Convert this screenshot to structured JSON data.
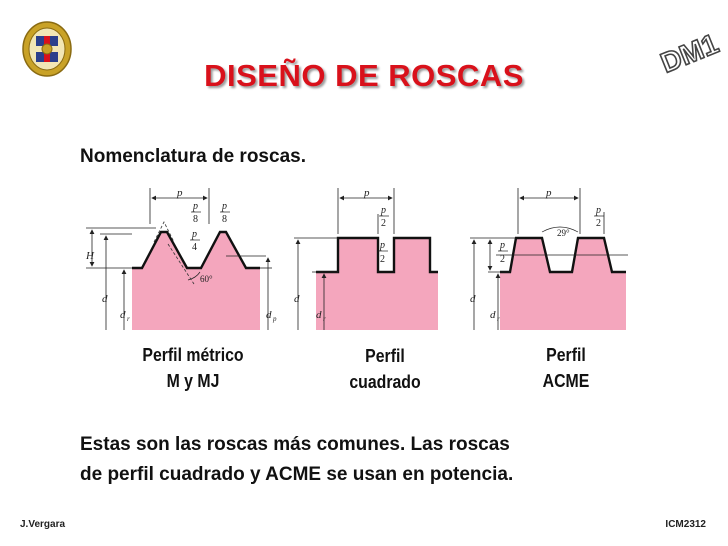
{
  "slide": {
    "title": "DISEÑO DE ROSCAS",
    "corner_tag": "DM1",
    "subtitle": "Nomenclatura de roscas.",
    "captions": [
      {
        "line1": "Perfil métrico",
        "line2": "M y MJ"
      },
      {
        "line1": "Perfil",
        "line2": "cuadrado"
      },
      {
        "line1": "Perfil",
        "line2": "ACME"
      }
    ],
    "body_line1": "Estas son las roscas más comunes. Las roscas",
    "body_line2": "de perfil cuadrado y ACME se usan en potencia.",
    "footer_left": "J.Vergara",
    "footer_right": "ICM2312"
  },
  "diagram_labels": {
    "p": "p",
    "p_frac_num": "p",
    "p_over_2_den": "2",
    "p_over_8_den": "8",
    "p_over_4_den": "4",
    "H": "H",
    "d": "d",
    "dr": "d",
    "dr_sub": "r",
    "dp": "d",
    "dp_sub": "p",
    "angle_60": "60°",
    "angle_29": "29°"
  },
  "colors": {
    "title": "#d9111b",
    "thread_fill": "#f4a6bd",
    "logo_gold": "#c9a227",
    "logo_blue": "#2b3f8c"
  }
}
